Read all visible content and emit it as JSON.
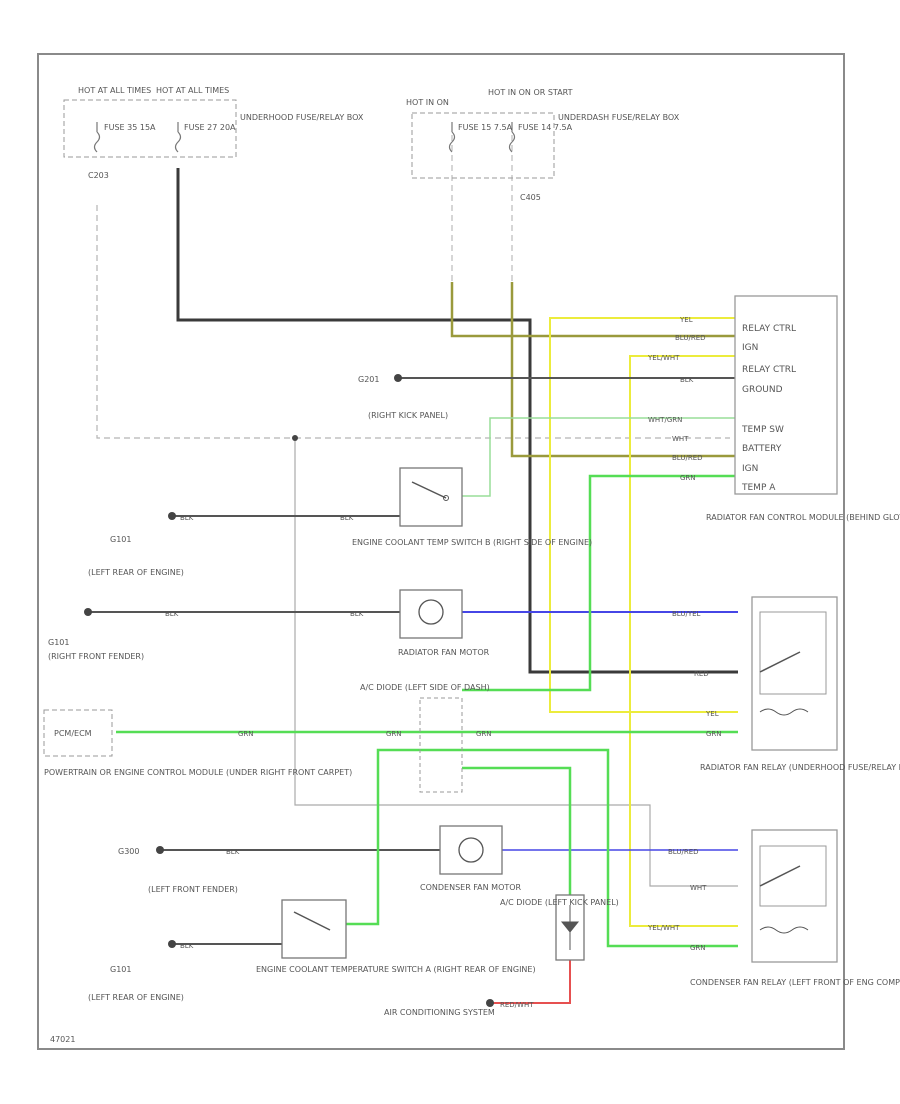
{
  "fuses": {
    "left": {
      "f1_hot": "HOT AT ALL TIMES",
      "f2_hot": "HOT AT ALL TIMES",
      "f1": "FUSE 35 15A",
      "f2": "FUSE 27 20A",
      "box": "UNDERHOOD FUSE/RELAY BOX",
      "conn": "C203"
    },
    "right": {
      "f1_hot": "HOT IN ON",
      "f2_hot": "HOT IN ON OR START",
      "f1": "FUSE 15 7.5A",
      "f2": "FUSE 14 7.5A",
      "box": "UNDERDASH FUSE/RELAY BOX",
      "conn": "C405"
    }
  },
  "module": {
    "pins": [
      "RELAY CTRL",
      "IGN",
      "RELAY CTRL",
      "GROUND",
      "TEMP SW",
      "BATTERY",
      "IGN",
      "TEMP A"
    ],
    "title": "RADIATOR FAN CONTROL MODULE (BEHIND GLOVE BOX)"
  },
  "wires": {
    "yel": "YEL",
    "blu_red": "BLU/RED",
    "yel_wht": "YEL/WHT",
    "blk": "BLK",
    "wht_grn": "WHT/GRN",
    "wht": "WHT",
    "blu_yel": "BLU/YEL",
    "grn": "GRN",
    "red": "RED",
    "red_wht": "RED/WHT",
    "blu_red_low": "BLU/RED"
  },
  "grounds": {
    "g201": "G201",
    "g201_loc": "(RIGHT KICK PANEL)",
    "g101_a": "G101",
    "g101_a_loc": "(LEFT REAR OF ENGINE)",
    "g101_b": "G101",
    "g101_b_loc": "(RIGHT FRONT FENDER)",
    "g300": "G300",
    "g300_loc": "(LEFT FRONT FENDER)",
    "g101_c": "G101",
    "g101_c_loc": "(LEFT REAR OF ENGINE)"
  },
  "components": {
    "temp_sw_b": "ENGINE COOLANT TEMP SWITCH B (RIGHT SIDE OF ENGINE)",
    "rad_motor": "RADIATOR FAN MOTOR",
    "ac_diode": "A/C DIODE (LEFT SIDE OF DASH)",
    "pcm": "PCM/ECM",
    "pcm_desc": "POWERTRAIN OR ENGINE CONTROL MODULE (UNDER RIGHT FRONT CARPET)",
    "rad_relay": "RADIATOR FAN RELAY (UNDERHOOD FUSE/RELAY BOX)",
    "cond_motor": "CONDENSER FAN MOTOR",
    "ac_diode2": "A/C DIODE (LEFT KICK PANEL)",
    "temp_sw_a": "ENGINE COOLANT TEMPERATURE SWITCH A (RIGHT REAR OF ENGINE)",
    "ac_sys": "AIR CONDITIONING SYSTEM",
    "cond_relay": "CONDENSER FAN RELAY (LEFT FRONT OF ENG COMPT)"
  },
  "footer": {
    "code": "47021"
  },
  "colors": {
    "frame": "#8a8a8a",
    "thick_black": "#3a3a3a",
    "olive": "#9a9a3c",
    "yellow": "#ecec3c",
    "green": "#55dd55",
    "light_green": "#99dd99",
    "blue": "#4646e6",
    "red": "#e65050",
    "dash": "#b5b5b5"
  }
}
